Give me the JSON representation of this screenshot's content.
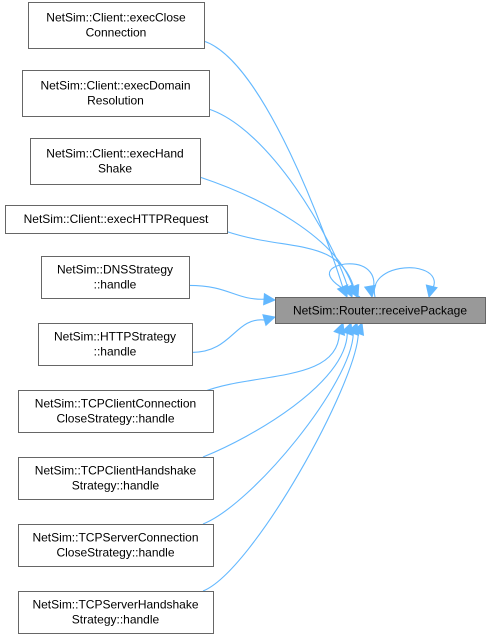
{
  "colors": {
    "edge": "#63b8ff",
    "node_border": "#666666",
    "node_fill": "#ffffff",
    "target_fill": "#999999",
    "text": "#000000"
  },
  "target": {
    "label": "NetSim::Router::receivePackage",
    "self_loop": true
  },
  "callers": [
    {
      "id": "exec-close-connection",
      "lines": [
        "NetSim::Client::execClose",
        "Connection"
      ]
    },
    {
      "id": "exec-domain-resolution",
      "lines": [
        "NetSim::Client::execDomain",
        "Resolution"
      ]
    },
    {
      "id": "exec-hand-shake",
      "lines": [
        "NetSim::Client::execHand",
        "Shake"
      ]
    },
    {
      "id": "exec-http-request",
      "lines": [
        "NetSim::Client::execHTTPRequest"
      ]
    },
    {
      "id": "dns-strategy-handle",
      "lines": [
        "NetSim::DNSStrategy",
        "::handle"
      ]
    },
    {
      "id": "http-strategy-handle",
      "lines": [
        "NetSim::HTTPStrategy",
        "::handle"
      ]
    },
    {
      "id": "tcp-client-connection-close-handle",
      "lines": [
        "NetSim::TCPClientConnection",
        "CloseStrategy::handle"
      ]
    },
    {
      "id": "tcp-client-handshake-handle",
      "lines": [
        "NetSim::TCPClientHandshake",
        "Strategy::handle"
      ]
    },
    {
      "id": "tcp-server-connection-close-handle",
      "lines": [
        "NetSim::TCPServerConnection",
        "CloseStrategy::handle"
      ]
    },
    {
      "id": "tcp-server-handshake-handle",
      "lines": [
        "NetSim::TCPServerHandshake",
        "Strategy::handle"
      ]
    }
  ]
}
